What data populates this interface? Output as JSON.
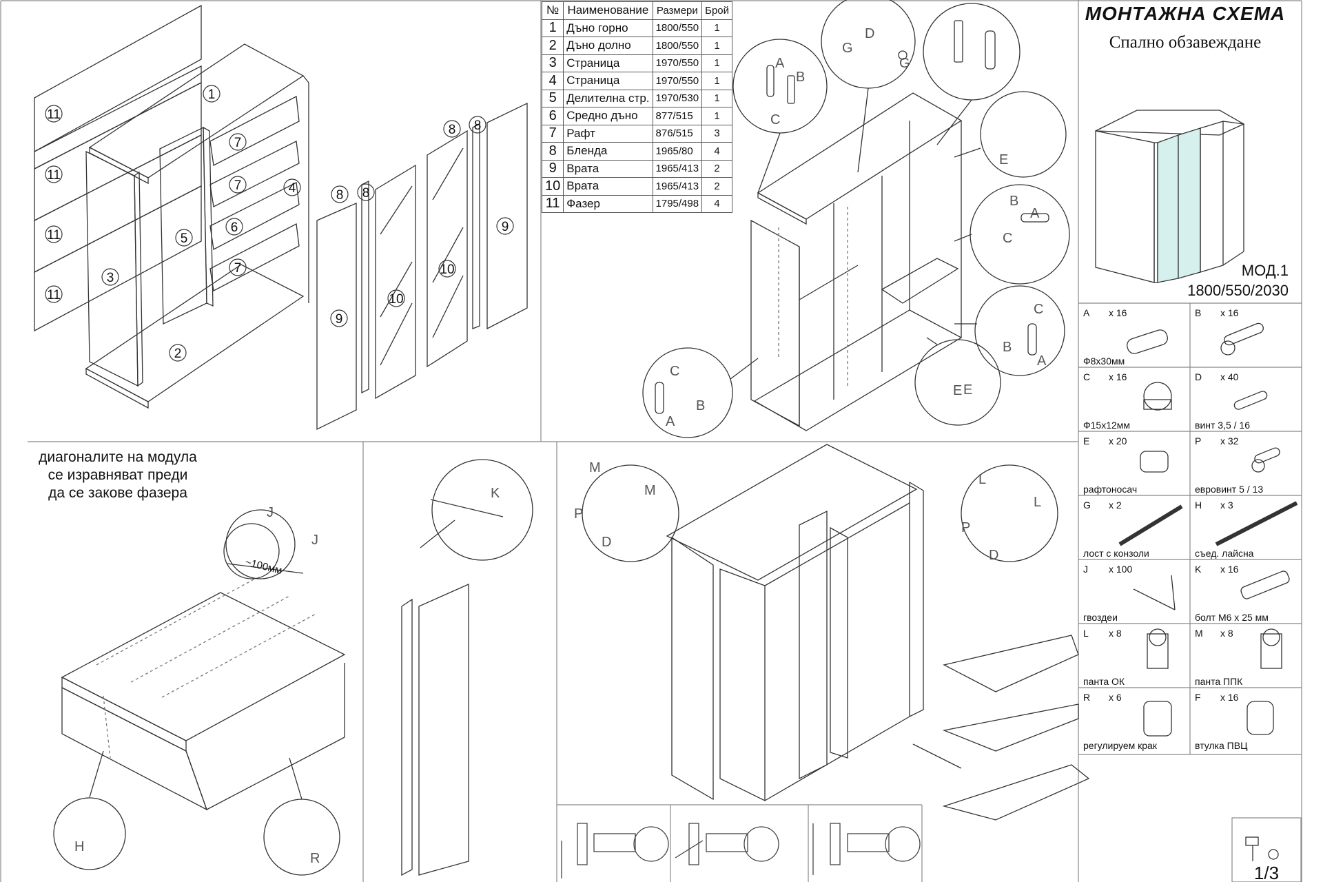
{
  "title": "МОНТАЖНА СХЕМА",
  "subtitle": "Спално обзавеждане",
  "model": {
    "name": "МОД.1",
    "dimensions": "1800/550/2030"
  },
  "page": "1/3",
  "note": [
    "диагоналите на модула",
    "се изравняват преди",
    "да се закове фазера"
  ],
  "parts_table": {
    "headers": [
      "№",
      "Наименование",
      "Размери",
      "Брой"
    ],
    "rows": [
      {
        "no": "1",
        "name": "Дъно горно",
        "size": "1800/550",
        "qty": "1"
      },
      {
        "no": "2",
        "name": "Дъно долно",
        "size": "1800/550",
        "qty": "1"
      },
      {
        "no": "3",
        "name": "Страница",
        "size": "1970/550",
        "qty": "1"
      },
      {
        "no": "4",
        "name": "Страница",
        "size": "1970/550",
        "qty": "1"
      },
      {
        "no": "5",
        "name": "Делителна стр.",
        "size": "1970/530",
        "qty": "1"
      },
      {
        "no": "6",
        "name": "Средно дъно",
        "size": "877/515",
        "qty": "1"
      },
      {
        "no": "7",
        "name": "Рафт",
        "size": "876/515",
        "qty": "3"
      },
      {
        "no": "8",
        "name": "Бленда",
        "size": "1965/80",
        "qty": "4"
      },
      {
        "no": "9",
        "name": "Врата",
        "size": "1965/413",
        "qty": "2"
      },
      {
        "no": "10",
        "name": "Врата",
        "size": "1965/413",
        "qty": "2"
      },
      {
        "no": "11",
        "name": "Фазер",
        "size": "1795/498",
        "qty": "4"
      }
    ]
  },
  "hardware": [
    {
      "key": "A",
      "count": "x 16",
      "desc": "Ф8x30мм",
      "icon": "dowel-icon"
    },
    {
      "key": "B",
      "count": "x 16",
      "desc": "",
      "icon": "cam-bolt-icon"
    },
    {
      "key": "C",
      "count": "x 16",
      "desc": "Ф15x12мм",
      "icon": "cam-lock-icon"
    },
    {
      "key": "D",
      "count": "x 40",
      "desc": "винт 3,5 / 16",
      "icon": "wood-screw-icon"
    },
    {
      "key": "E",
      "count": "x 20",
      "desc": "рафтоносач",
      "icon": "shelf-support-icon"
    },
    {
      "key": "P",
      "count": "x 32",
      "desc": "евровинт 5 / 13",
      "icon": "euro-screw-icon"
    },
    {
      "key": "G",
      "count": "x 2",
      "desc": "лост с конзоли",
      "icon": "hanging-rail-icon"
    },
    {
      "key": "H",
      "count": "x 3",
      "desc": "съед. лайсна",
      "icon": "joining-strip-icon"
    },
    {
      "key": "J",
      "count": "x 100",
      "desc": "гвоздеи",
      "icon": "nail-icon"
    },
    {
      "key": "K",
      "count": "x 16",
      "desc": "болт М6 x 25 мм",
      "icon": "bolt-icon"
    },
    {
      "key": "L",
      "count": "x 8",
      "desc": "панта ОК",
      "icon": "hinge-ok-icon"
    },
    {
      "key": "M",
      "count": "x 8",
      "desc": "панта ППК",
      "icon": "hinge-ppk-icon"
    },
    {
      "key": "R",
      "count": "x 6",
      "desc": "регулируем крак",
      "icon": "adjustable-foot-icon"
    },
    {
      "key": "F",
      "count": "x 16",
      "desc": "втулка ПВЦ",
      "icon": "pvc-sleeve-icon"
    }
  ],
  "callouts": {
    "panels": [
      "1",
      "2",
      "3",
      "4",
      "5",
      "6",
      "7",
      "7",
      "7",
      "8",
      "8",
      "8",
      "8",
      "9",
      "9",
      "10",
      "10",
      "11",
      "11",
      "11",
      "11"
    ],
    "detail_letters": [
      "A",
      "B",
      "C",
      "D",
      "G",
      "G",
      "E",
      "E",
      "B",
      "A",
      "C",
      "C",
      "B",
      "A",
      "C",
      "B",
      "A",
      "E",
      "J",
      "J",
      "K",
      "M",
      "M",
      "P",
      "D",
      "L",
      "L",
      "P",
      "D",
      "H",
      "R"
    ],
    "measure": "~100мм"
  }
}
